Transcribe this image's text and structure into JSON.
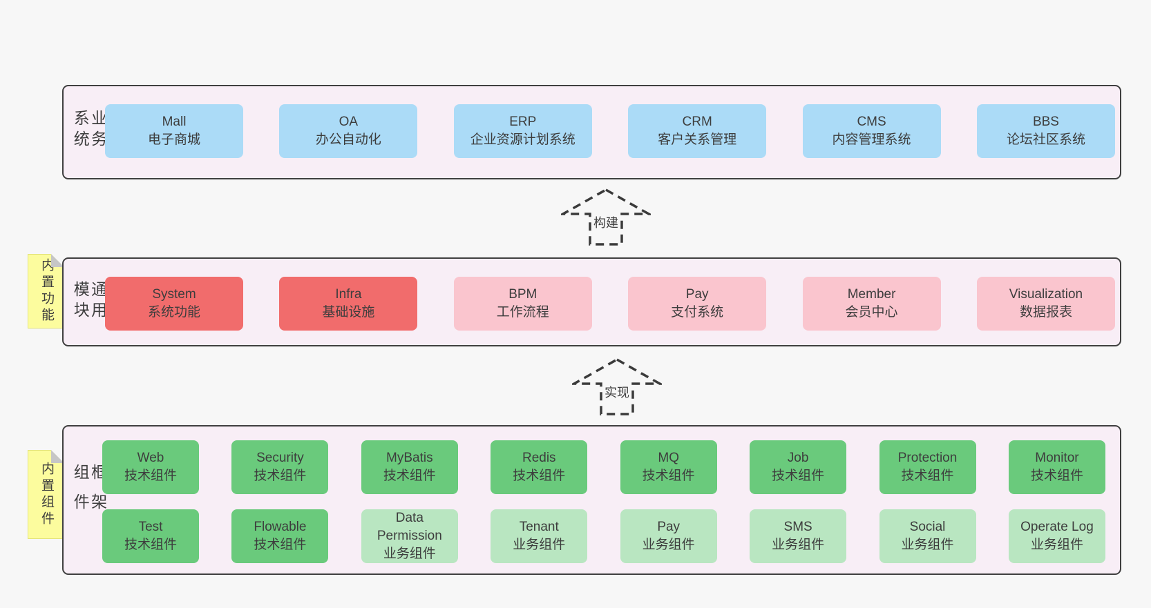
{
  "colors": {
    "background": "#f7f7f7",
    "container_fill": "#f8eef6",
    "container_border": "#3f3f3f",
    "blue_box": "#abdbf7",
    "red_box": "#f16c6c",
    "pink_box": "#fac5ce",
    "green_box": "#6aca7c",
    "light_green_box": "#b9e6c1",
    "sticky_note": "#fcfc9e",
    "sticky_fold": "#c6c6c6",
    "text": "#3d3d3d"
  },
  "layers": {
    "business": {
      "label": "业务系统",
      "boxes": [
        {
          "title": "Mall",
          "subtitle": "电子商城"
        },
        {
          "title": "OA",
          "subtitle": "办公自动化"
        },
        {
          "title": "ERP",
          "subtitle": "企业资源计划系统"
        },
        {
          "title": "CRM",
          "subtitle": "客户关系管理"
        },
        {
          "title": "CMS",
          "subtitle": "内容管理系统"
        },
        {
          "title": "BBS",
          "subtitle": "论坛社区系统"
        }
      ]
    },
    "modules": {
      "label": "通用模块",
      "sticky": "内置功能",
      "boxes": [
        {
          "title": "System",
          "subtitle": "系统功能"
        },
        {
          "title": "Infra",
          "subtitle": "基础设施"
        },
        {
          "title": "BPM",
          "subtitle": "工作流程"
        },
        {
          "title": "Pay",
          "subtitle": "支付系统"
        },
        {
          "title": "Member",
          "subtitle": "会员中心"
        },
        {
          "title": "Visualization",
          "subtitle": "数据报表"
        }
      ]
    },
    "framework": {
      "label": "框架组件",
      "sticky": "内置组件",
      "row1": [
        {
          "title": "Web",
          "subtitle": "技术组件"
        },
        {
          "title": "Security",
          "subtitle": "技术组件"
        },
        {
          "title": "MyBatis",
          "subtitle": "技术组件"
        },
        {
          "title": "Redis",
          "subtitle": "技术组件"
        },
        {
          "title": "MQ",
          "subtitle": "技术组件"
        },
        {
          "title": "Job",
          "subtitle": "技术组件"
        },
        {
          "title": "Protection",
          "subtitle": "技术组件"
        },
        {
          "title": "Monitor",
          "subtitle": "技术组件"
        }
      ],
      "row2": [
        {
          "title": "Test",
          "subtitle": "技术组件"
        },
        {
          "title": "Flowable",
          "subtitle": "技术组件"
        },
        {
          "title": "Data Permission",
          "subtitle": "业务组件"
        },
        {
          "title": "Tenant",
          "subtitle": "业务组件"
        },
        {
          "title": "Pay",
          "subtitle": "业务组件"
        },
        {
          "title": "SMS",
          "subtitle": "业务组件"
        },
        {
          "title": "Social",
          "subtitle": "业务组件"
        },
        {
          "title": "Operate Log",
          "subtitle": "业务组件"
        }
      ]
    }
  },
  "arrows": {
    "build": "构建",
    "implement": "实现"
  }
}
